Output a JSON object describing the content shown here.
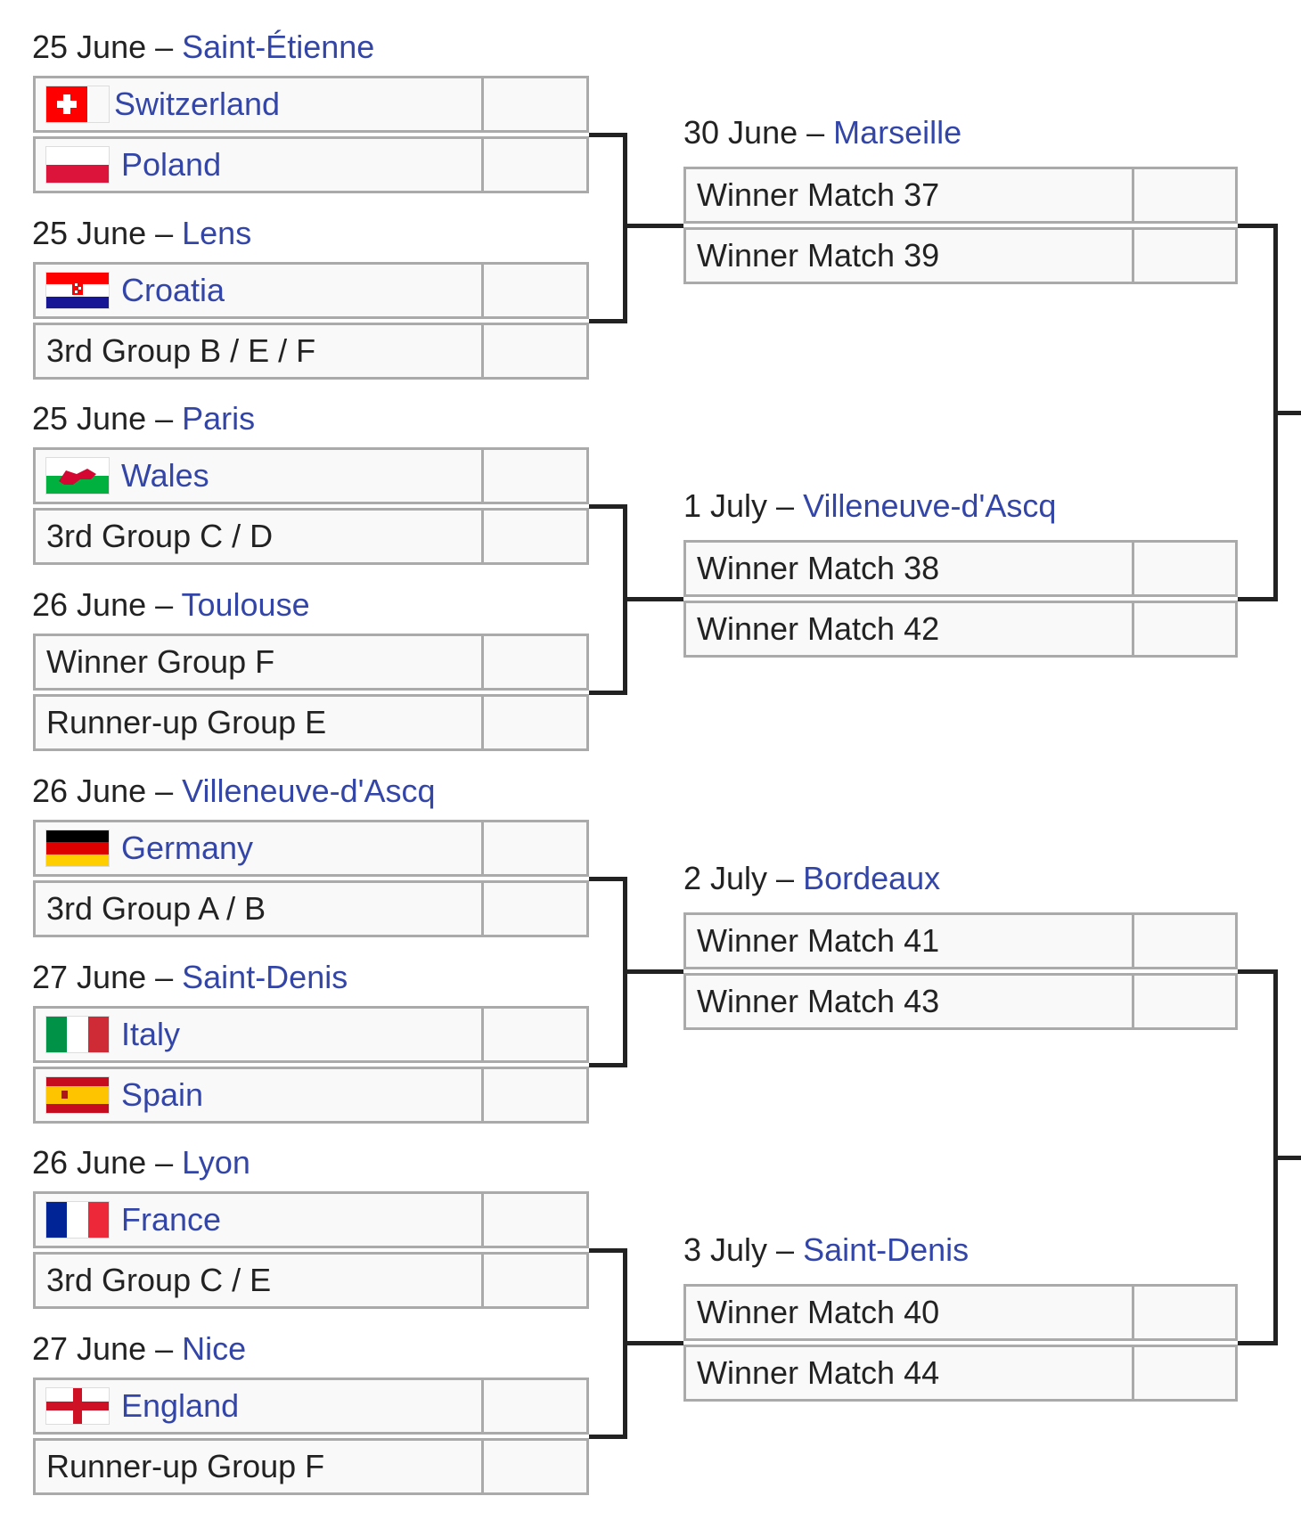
{
  "round_of_16": [
    {
      "date": "25 June",
      "venue": "Saint-Étienne",
      "teams": [
        {
          "name": "Switzerland",
          "flag": "switzerland-flag",
          "link": true
        },
        {
          "name": "Poland",
          "flag": "poland-flag",
          "link": true
        }
      ]
    },
    {
      "date": "25 June",
      "venue": "Lens",
      "teams": [
        {
          "name": "Croatia",
          "flag": "croatia-flag",
          "link": true
        },
        {
          "name": "3rd Group B / E / F",
          "flag": null,
          "link": false
        }
      ]
    },
    {
      "date": "25 June",
      "venue": "Paris",
      "teams": [
        {
          "name": "Wales",
          "flag": "wales-flag",
          "link": true
        },
        {
          "name": "3rd Group C / D",
          "flag": null,
          "link": false
        }
      ]
    },
    {
      "date": "26 June",
      "venue": "Toulouse",
      "teams": [
        {
          "name": "Winner Group F",
          "flag": null,
          "link": false
        },
        {
          "name": "Runner-up Group E",
          "flag": null,
          "link": false
        }
      ]
    },
    {
      "date": "26 June",
      "venue": "Villeneuve-d'Ascq",
      "teams": [
        {
          "name": "Germany",
          "flag": "germany-flag",
          "link": true
        },
        {
          "name": "3rd Group A / B",
          "flag": null,
          "link": false
        }
      ]
    },
    {
      "date": "27 June",
      "venue": "Saint-Denis",
      "teams": [
        {
          "name": "Italy",
          "flag": "italy-flag",
          "link": true
        },
        {
          "name": "Spain",
          "flag": "spain-flag",
          "link": true
        }
      ]
    },
    {
      "date": "26 June",
      "venue": "Lyon",
      "teams": [
        {
          "name": "France",
          "flag": "france-flag",
          "link": true
        },
        {
          "name": "3rd Group C / E",
          "flag": null,
          "link": false
        }
      ]
    },
    {
      "date": "27 June",
      "venue": "Nice",
      "teams": [
        {
          "name": "England",
          "flag": "england-flag",
          "link": true
        },
        {
          "name": "Runner-up Group F",
          "flag": null,
          "link": false
        }
      ]
    }
  ],
  "quarter_finals": [
    {
      "date": "30 June",
      "venue": "Marseille",
      "teams": [
        {
          "name": "Winner Match 37"
        },
        {
          "name": "Winner Match 39"
        }
      ]
    },
    {
      "date": "1 July",
      "venue": "Villeneuve-d'Ascq",
      "teams": [
        {
          "name": "Winner Match 38"
        },
        {
          "name": "Winner Match 42"
        }
      ]
    },
    {
      "date": "2 July",
      "venue": "Bordeaux",
      "teams": [
        {
          "name": "Winner Match 41"
        },
        {
          "name": "Winner Match 43"
        }
      ]
    },
    {
      "date": "3 July",
      "venue": "Saint-Denis",
      "teams": [
        {
          "name": "Winner Match 40"
        },
        {
          "name": "Winner Match 44"
        }
      ]
    }
  ],
  "separator": " – ",
  "colors": {
    "link": "#3346a8",
    "text": "#222222",
    "cell_bg": "#f9f9f9",
    "border": "#aaaaaa",
    "line": "#222222"
  }
}
